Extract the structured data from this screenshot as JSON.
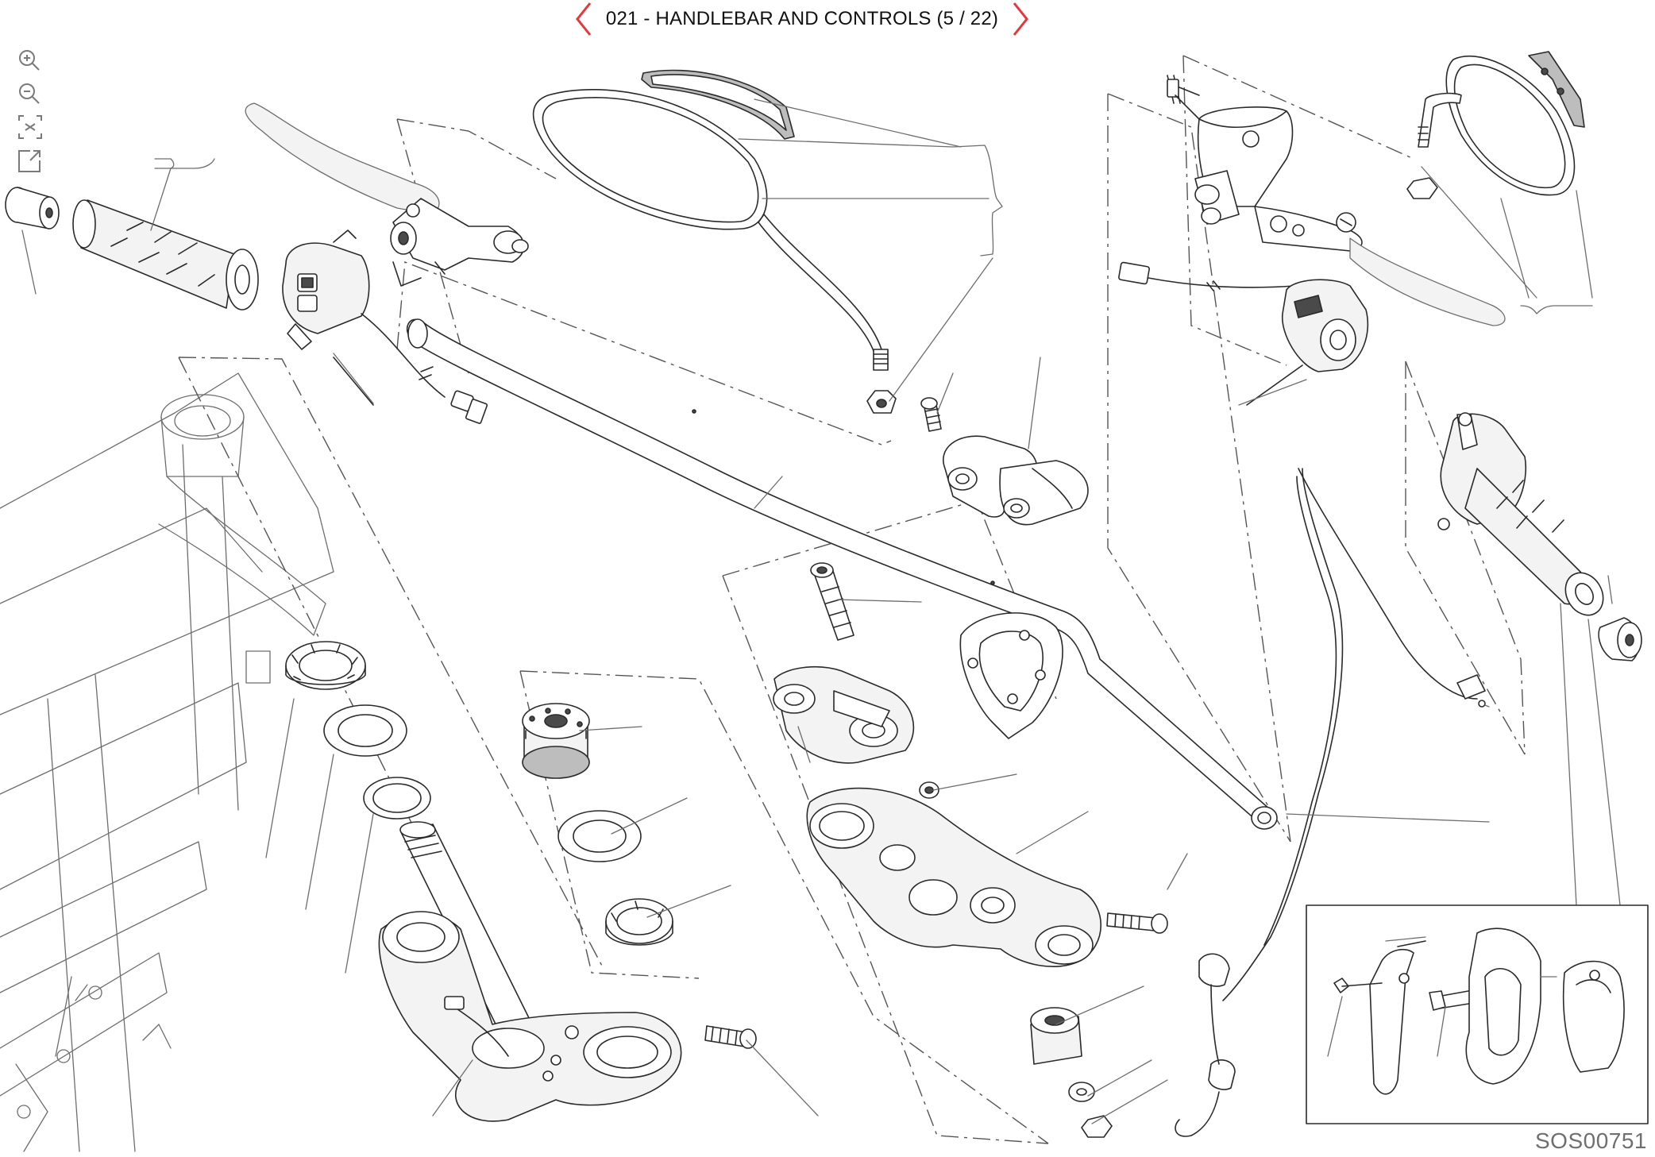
{
  "viewer": {
    "title": "021 - HANDLEBAR AND CONTROLS (5 / 22)",
    "drawing_code": "SOS00751",
    "accent_color": "#e8343a"
  },
  "navigation": {
    "prev_icon": "chevron-left-icon",
    "next_icon": "chevron-right-icon"
  },
  "toolbar": {
    "tools": [
      {
        "name": "zoom-in",
        "icon": "zoom-in-icon"
      },
      {
        "name": "zoom-out",
        "icon": "zoom-out-icon"
      },
      {
        "name": "fit-to-screen",
        "icon": "fit-icon"
      },
      {
        "name": "fullscreen",
        "icon": "fullscreen-icon"
      }
    ]
  }
}
